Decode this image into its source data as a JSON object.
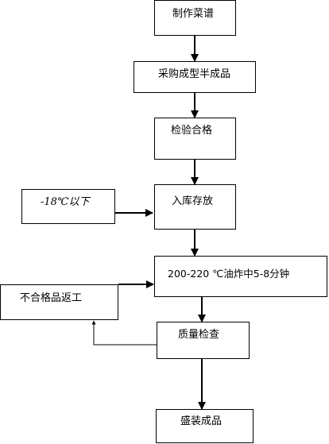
{
  "diagram": {
    "nodes": {
      "make_menu": "制作菜谱",
      "purchase": "采购成型半成品",
      "inspect_pass": "检验合格",
      "temp_condition": "-18℃以下",
      "storage": "入库存放",
      "fry": "200-220 ℃油炸中5-8分钟",
      "reject_return": "不合格品返工",
      "quality_check": "质量检查",
      "package": "盛装成品"
    }
  }
}
